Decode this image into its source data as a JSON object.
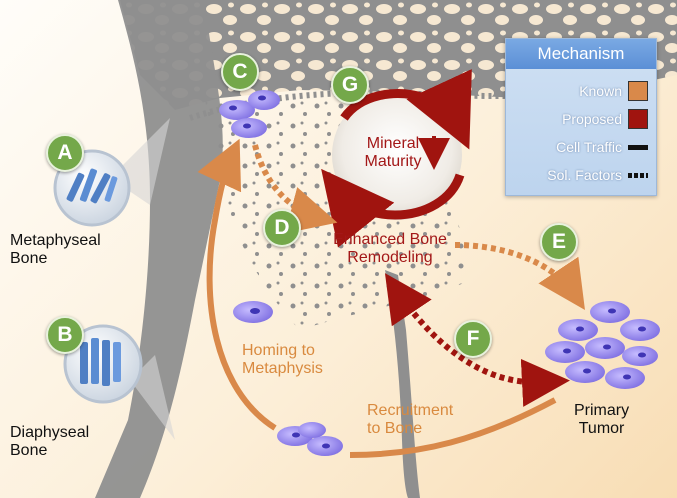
{
  "badges": {
    "a": "A",
    "b": "B",
    "c": "C",
    "d": "D",
    "e": "E",
    "f": "F",
    "g": "G"
  },
  "labels": {
    "metaphyseal_line1": "Metaphyseal",
    "metaphyseal_line2": "Bone",
    "diaphyseal_line1": "Diaphyseal",
    "diaphyseal_line2": "Bone",
    "mineral_line1": "Mineral",
    "mineral_line2": "Maturity",
    "remodeling_line1": "Enhanced Bone",
    "remodeling_line2": "Remodeling",
    "homing_line1": "Homing to",
    "homing_line2": "Metaphysis",
    "recruitment_line1": "Recruitment",
    "recruitment_line2": "to Bone",
    "tumor_line1": "Primary",
    "tumor_line2": "Tumor"
  },
  "legend": {
    "title": "Mechanism",
    "known": "Known",
    "proposed": "Proposed",
    "cell_traffic": "Cell Traffic",
    "sol_factors": "Sol. Factors"
  },
  "colors": {
    "known": "#d9894a",
    "proposed": "#a0140f",
    "bone": "#8a8a8a",
    "badge": "#74a84a",
    "cell": "#8e80ea"
  }
}
